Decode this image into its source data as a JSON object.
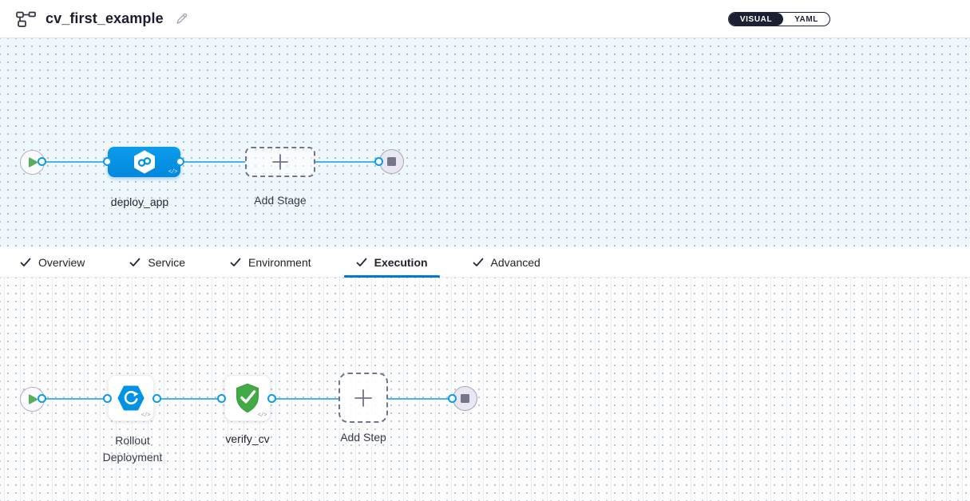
{
  "header": {
    "title": "cv_first_example",
    "toggle": {
      "visual_label": "VISUAL",
      "yaml_label": "YAML",
      "selected": "VISUAL"
    }
  },
  "pipeline": {
    "stage": {
      "label": "deploy_app",
      "code_glyph": "</>"
    },
    "add_stage": {
      "label": "Add Stage"
    }
  },
  "tabs": {
    "items": [
      {
        "label": "Overview",
        "checked": true
      },
      {
        "label": "Service",
        "checked": true
      },
      {
        "label": "Environment",
        "checked": true
      },
      {
        "label": "Execution",
        "checked": true
      },
      {
        "label": "Advanced",
        "checked": true
      }
    ],
    "active": "Execution"
  },
  "execution": {
    "steps": [
      {
        "label": "Rollout Deployment",
        "icon": "rollout-icon",
        "code_glyph": "</>"
      },
      {
        "label": "verify_cv",
        "icon": "shield-check-icon",
        "code_glyph": "</>"
      }
    ],
    "add_step": {
      "label": "Add Step"
    }
  },
  "colors": {
    "accent_blue": "#0092e4",
    "connector_line": "#47b4f1",
    "tab_underline": "#0278d5",
    "success_green": "#42ab45",
    "play_green": "#55b05a",
    "toggle_dark": "#1c2033"
  }
}
